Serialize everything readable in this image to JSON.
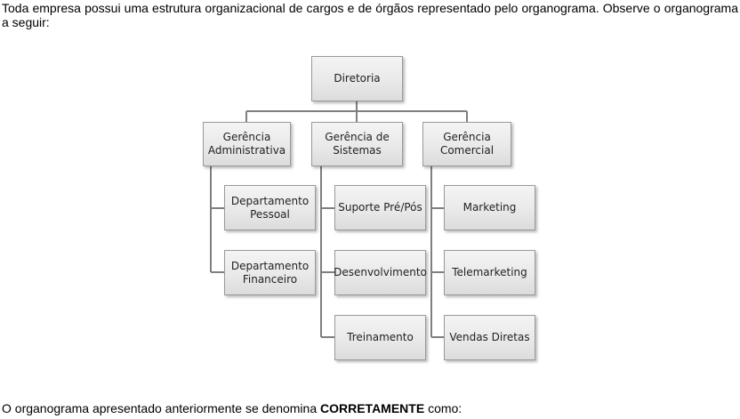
{
  "intro_text": "Toda empresa possui uma estrutura organizacional de cargos e de órgãos representado pelo organograma. Observe o organograma a seguir:",
  "question": {
    "before": "O organograma apresentado anteriormente se denomina ",
    "emphasis": "CORRETAMENTE",
    "after": " como:"
  },
  "org_chart": {
    "root": "Diretoria",
    "managers": [
      {
        "label": "Gerência\nAdministrativa",
        "departments": [
          "Departamento\nPessoal",
          "Departamento\nFinanceiro"
        ]
      },
      {
        "label": "Gerência de\nSistemas",
        "departments": [
          "Suporte Pré/Pós",
          "Desenvolvimento",
          "Treinamento"
        ]
      },
      {
        "label": "Gerência\nComercial",
        "departments": [
          "Marketing",
          "Telemarketing",
          "Vendas Diretas"
        ]
      }
    ],
    "line_color": "#7f7f7f",
    "box_border_color": "#9a9a9a"
  }
}
